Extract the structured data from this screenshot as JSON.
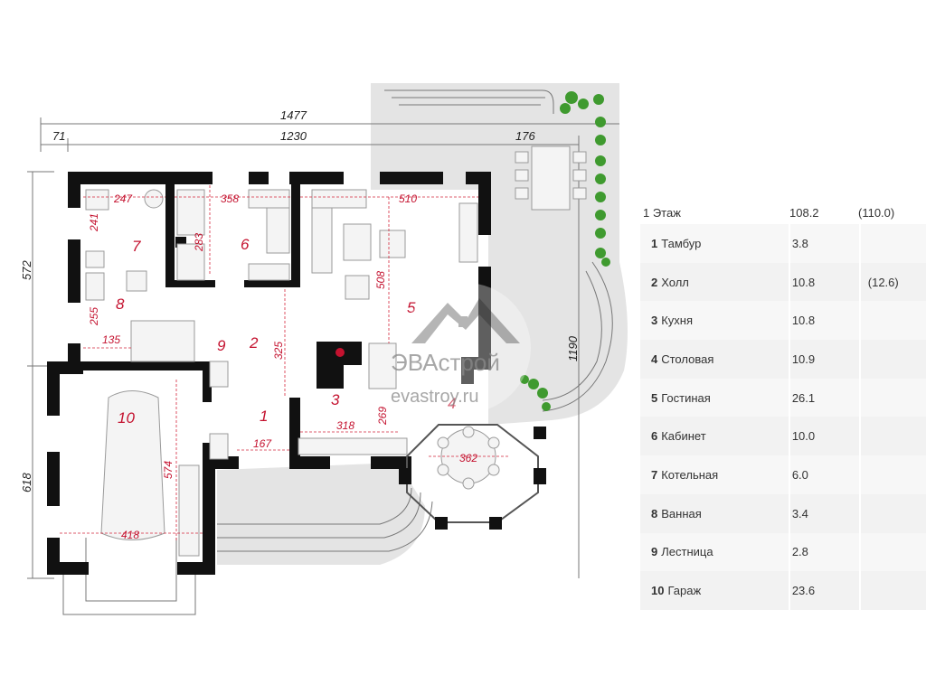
{
  "plan": {
    "dimensions": {
      "overall_width": "1477",
      "left_offset": "71",
      "house_width": "1230",
      "terrace_width": "176",
      "height_top": "572",
      "height_bottom": "618",
      "terrace_height": "1190",
      "d247": "247",
      "d358": "358",
      "d510": "510",
      "d241": "241",
      "d283": "283",
      "d508": "508",
      "d255": "255",
      "d135": "135",
      "d325": "325",
      "d269": "269",
      "d318": "318",
      "d167": "167",
      "d362": "362",
      "d574": "574",
      "d418": "418"
    },
    "room_numbers": {
      "r1": "1",
      "r2": "2",
      "r3": "3",
      "r4": "4",
      "r5": "5",
      "r6": "6",
      "r7": "7",
      "r8": "8",
      "r9": "9",
      "r10": "10"
    }
  },
  "watermark": {
    "brand": "ЭВАстрой",
    "site": "evastroy.ru"
  },
  "legend": {
    "floor_label": "1 Этаж",
    "floor_area": "108.2",
    "floor_area_total": "(110.0)",
    "rooms": [
      {
        "num": "1",
        "name": "Тамбур",
        "area": "3.8",
        "extra": ""
      },
      {
        "num": "2",
        "name": "Холл",
        "area": "10.8",
        "extra": "(12.6)"
      },
      {
        "num": "3",
        "name": "Кухня",
        "area": "10.8",
        "extra": ""
      },
      {
        "num": "4",
        "name": "Столовая",
        "area": "10.9",
        "extra": ""
      },
      {
        "num": "5",
        "name": "Гостиная",
        "area": "26.1",
        "extra": ""
      },
      {
        "num": "6",
        "name": "Кабинет",
        "area": "10.0",
        "extra": ""
      },
      {
        "num": "7",
        "name": "Котельная",
        "area": "6.0",
        "extra": ""
      },
      {
        "num": "8",
        "name": "Ванная",
        "area": "3.4",
        "extra": ""
      },
      {
        "num": "9",
        "name": "Лестница",
        "area": "2.8",
        "extra": ""
      },
      {
        "num": "10",
        "name": "Гараж",
        "area": "23.6",
        "extra": ""
      }
    ]
  },
  "colors": {
    "room_labels": "#c4122f",
    "walls": "#111111",
    "terrace": "#e4e4e4",
    "plants": "#3f9a2f"
  }
}
